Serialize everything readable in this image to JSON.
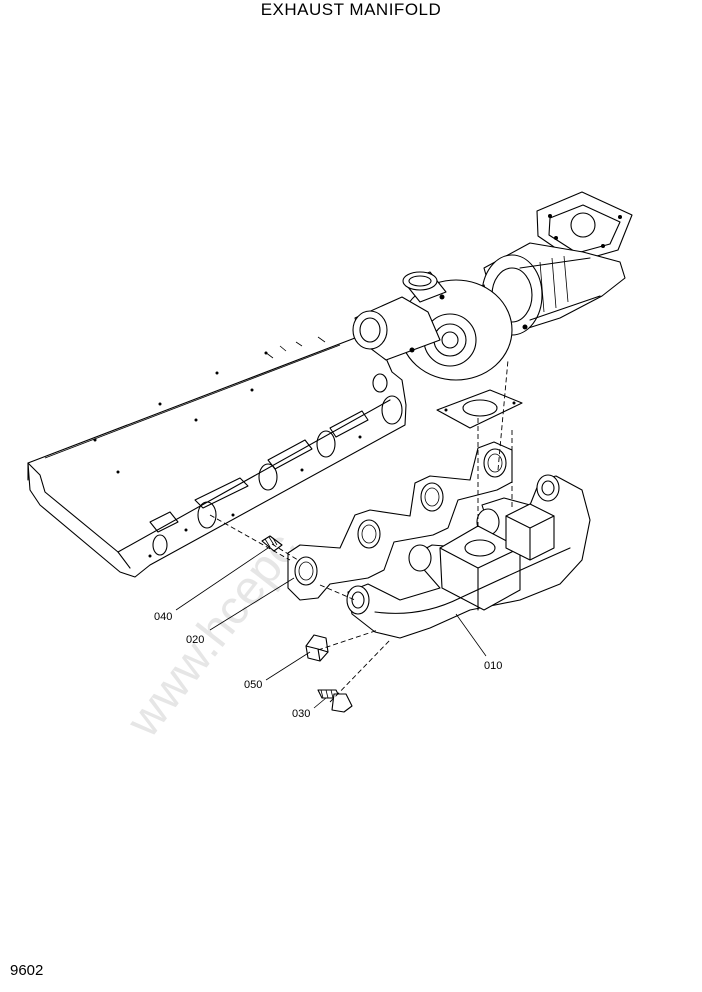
{
  "title": "EXHAUST MANIFOLD",
  "page_number": "9602",
  "parts": [
    {
      "ref": "010"
    },
    {
      "ref": "020"
    },
    {
      "ref": "030"
    },
    {
      "ref": "040"
    },
    {
      "ref": "050"
    }
  ]
}
